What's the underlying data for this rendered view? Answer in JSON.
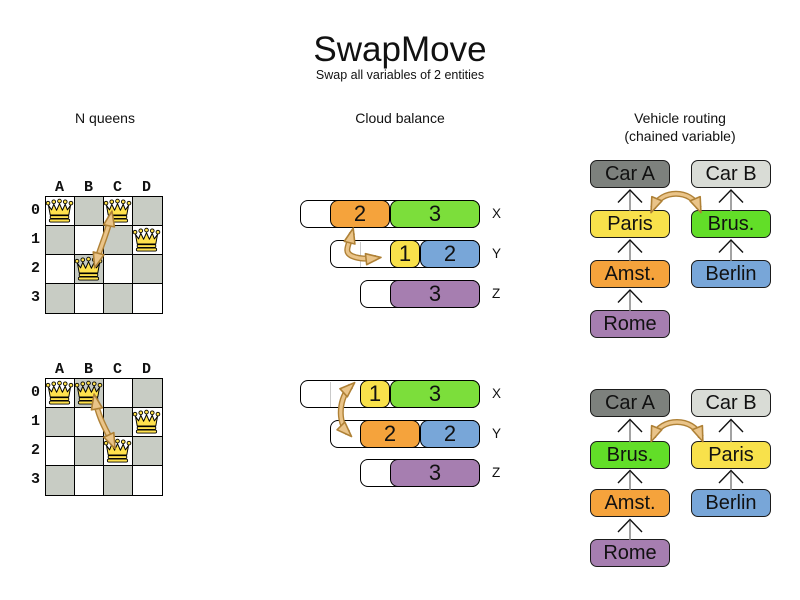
{
  "title": "SwapMove",
  "subtitle": "Swap all variables of 2 entities",
  "columns": {
    "nqueens_title": "N queens",
    "cloud_title": "Cloud balance",
    "vehicle_title": "Vehicle routing",
    "vehicle_subtitle": "(chained variable)"
  },
  "nqueens": {
    "column_labels": [
      "A",
      "B",
      "C",
      "D"
    ],
    "row_labels": [
      "0",
      "1",
      "2",
      "3"
    ],
    "before": {
      "queens": [
        "A0",
        "C0",
        "D1",
        "B2"
      ],
      "swapped_queens": [
        "C0",
        "B2"
      ]
    },
    "after": {
      "queens": [
        "A0",
        "B0",
        "D1",
        "C2"
      ],
      "swapped_queens": [
        "B0",
        "C2"
      ]
    }
  },
  "cloud": {
    "before": {
      "rows": [
        {
          "label": "X",
          "blocks": [
            {
              "value": "2",
              "color": "#F5A33C"
            },
            {
              "value": "3",
              "color": "#7CDE3B"
            }
          ]
        },
        {
          "label": "Y",
          "blocks": [
            {
              "value": "1",
              "color": "#F8E14B"
            },
            {
              "value": "2",
              "color": "#78A6D8"
            }
          ]
        },
        {
          "label": "Z",
          "blocks": [
            {
              "value": "3",
              "color": "#A67EB0"
            }
          ]
        }
      ]
    },
    "after": {
      "rows": [
        {
          "label": "X",
          "blocks": [
            {
              "value": "1",
              "color": "#F8E14B"
            },
            {
              "value": "3",
              "color": "#7CDE3B"
            }
          ]
        },
        {
          "label": "Y",
          "blocks": [
            {
              "value": "2",
              "color": "#F5A33C"
            },
            {
              "value": "2",
              "color": "#78A6D8"
            }
          ]
        },
        {
          "label": "Z",
          "blocks": [
            {
              "value": "3",
              "color": "#A67EB0"
            }
          ]
        }
      ]
    }
  },
  "vehicle": {
    "before": {
      "chain_a": [
        "Car A",
        "Paris",
        "Amst.",
        "Rome"
      ],
      "chain_b": [
        "Car B",
        "Brus.",
        "Berlin"
      ]
    },
    "after": {
      "chain_a": [
        "Car A",
        "Brus.",
        "Amst.",
        "Rome"
      ],
      "chain_b": [
        "Car B",
        "Paris",
        "Berlin"
      ]
    }
  },
  "colors": {
    "orange": "#F5A33C",
    "green_cloud": "#7CDE3B",
    "green_vehicle": "#62DE28",
    "yellow": "#F8E14B",
    "blue": "#78A6D8",
    "purple": "#A67EB0",
    "car_a_gray": "#7D817D",
    "car_b_gray": "#D9DCD6",
    "board_gray": "#C8CCC4",
    "swap_arrow_fill": "#EAC489",
    "swap_arrow_outline": "#AF8136",
    "queen_gold": "#FFE14D"
  }
}
